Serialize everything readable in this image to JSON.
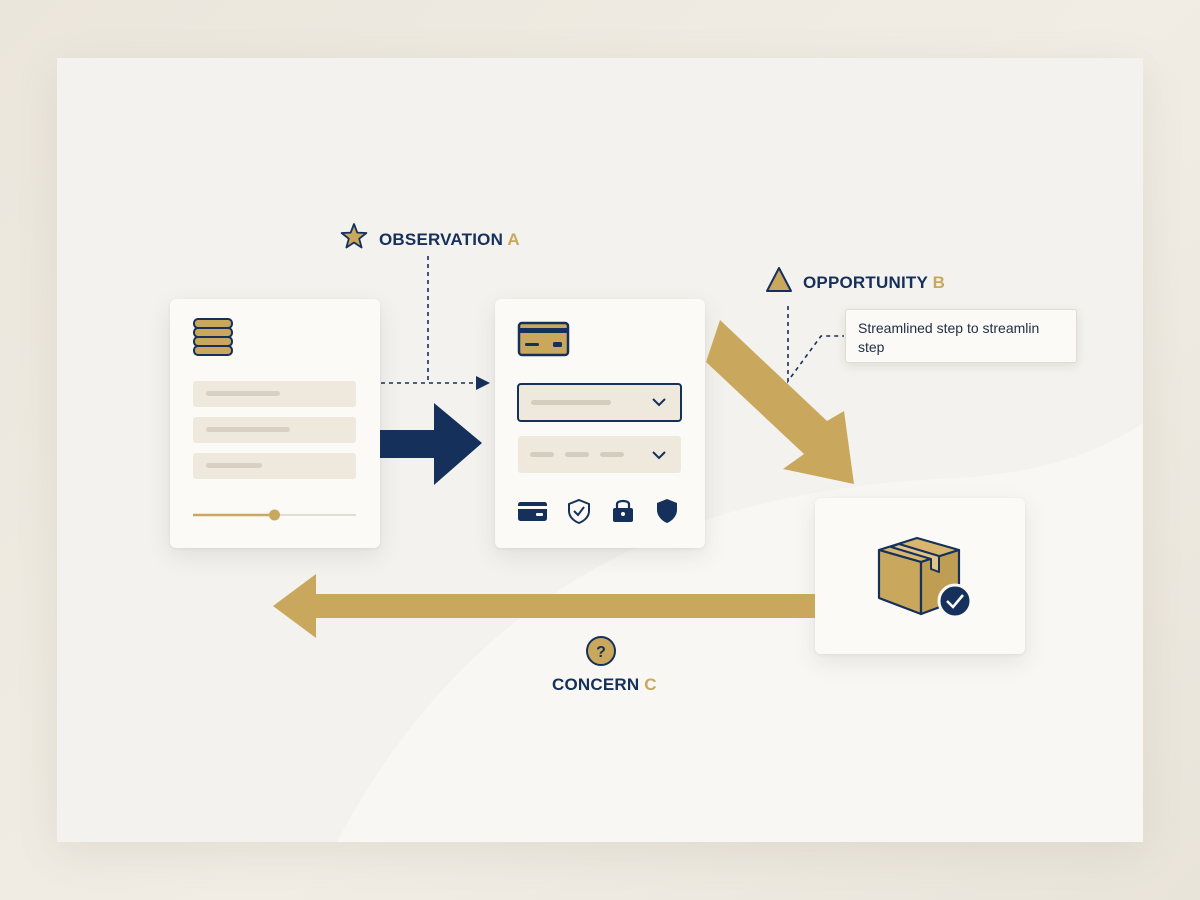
{
  "annotations": {
    "observation": {
      "text": "OBSERVATION ",
      "letter": "A",
      "icon": "star-icon"
    },
    "opportunity": {
      "text": "OPPORTUNITY ",
      "letter": "B",
      "icon": "triangle-icon",
      "tooltip": "Streamlined step to streamlin step"
    },
    "concern": {
      "text": "CONCERN ",
      "letter": "C",
      "icon": "question-icon"
    }
  },
  "cards": {
    "form": {
      "icon": "stack-icon",
      "fields": 3,
      "slider_progress": 0.5
    },
    "payment": {
      "icon": "credit-card-icon",
      "dropdowns": 2,
      "trust_icons": [
        "credit-card-icon",
        "shield-check-icon",
        "lock-icon",
        "shield-icon"
      ]
    },
    "delivery": {
      "icon": "package-check-icon"
    }
  },
  "colors": {
    "navy": "#15305a",
    "gold": "#c9a85e",
    "field": "#efe9dd",
    "card": "#fbfaf7"
  }
}
